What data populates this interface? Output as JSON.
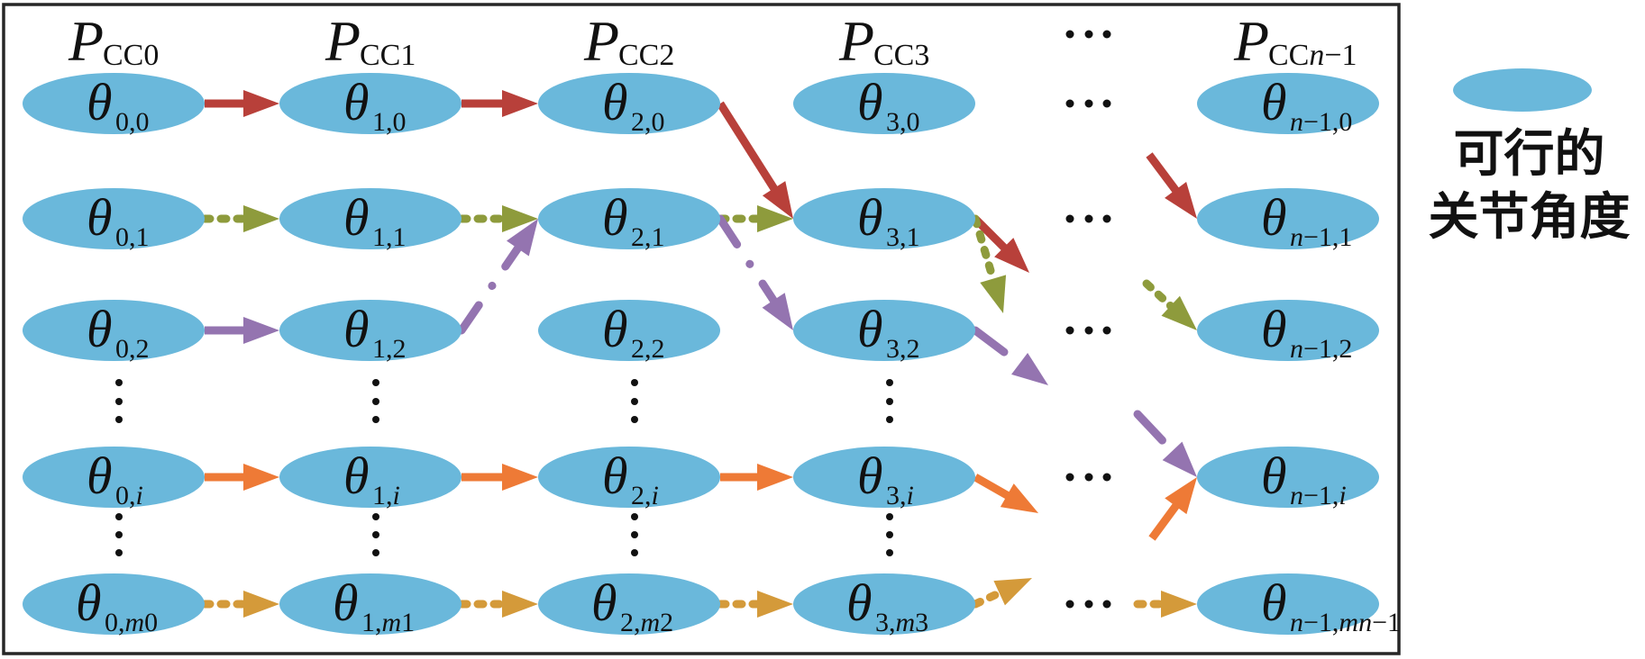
{
  "colors": {
    "node": "#6AB8DB",
    "red": "#B8403A",
    "green": "#8E9B3C",
    "purple": "#9474B0",
    "orange": "#EE7A36",
    "gold": "#D49A3A",
    "frame": "#262626",
    "text": "#111111"
  },
  "columns": [
    {
      "id": "c0",
      "header_main": "P",
      "header_sub": "CC0",
      "header_sub_italic": ""
    },
    {
      "id": "c1",
      "header_main": "P",
      "header_sub": "CC1",
      "header_sub_italic": ""
    },
    {
      "id": "c2",
      "header_main": "P",
      "header_sub": "CC2",
      "header_sub_italic": ""
    },
    {
      "id": "c3",
      "header_main": "P",
      "header_sub": "CC3",
      "header_sub_italic": ""
    },
    {
      "id": "cdots",
      "ellipsis": true
    },
    {
      "id": "cn",
      "header_main": "P",
      "header_sub": "CC",
      "header_sub_italic": "n",
      "header_sub_tail": "−1"
    }
  ],
  "rows": [
    "r0",
    "r1",
    "r2",
    "rvdots1",
    "ri",
    "rvdots2",
    "rm"
  ],
  "nodes": [
    {
      "col": "c0",
      "row": "r0",
      "symbol": "θ",
      "sub": [
        [
          "0,0",
          false
        ]
      ]
    },
    {
      "col": "c1",
      "row": "r0",
      "symbol": "θ",
      "sub": [
        [
          "1,0",
          false
        ]
      ]
    },
    {
      "col": "c2",
      "row": "r0",
      "symbol": "θ",
      "sub": [
        [
          "2,0",
          false
        ]
      ]
    },
    {
      "col": "c3",
      "row": "r0",
      "symbol": "θ",
      "sub": [
        [
          "3,0",
          false
        ]
      ]
    },
    {
      "col": "cn",
      "row": "r0",
      "symbol": "θ",
      "sub": [
        [
          "n",
          true
        ],
        [
          "−1,0",
          false
        ]
      ]
    },
    {
      "col": "c0",
      "row": "r1",
      "symbol": "θ",
      "sub": [
        [
          "0,1",
          false
        ]
      ]
    },
    {
      "col": "c1",
      "row": "r1",
      "symbol": "θ",
      "sub": [
        [
          "1,1",
          false
        ]
      ]
    },
    {
      "col": "c2",
      "row": "r1",
      "symbol": "θ",
      "sub": [
        [
          "2,1",
          false
        ]
      ]
    },
    {
      "col": "c3",
      "row": "r1",
      "symbol": "θ",
      "sub": [
        [
          "3,1",
          false
        ]
      ]
    },
    {
      "col": "cn",
      "row": "r1",
      "symbol": "θ",
      "sub": [
        [
          "n",
          true
        ],
        [
          "−1,1",
          false
        ]
      ]
    },
    {
      "col": "c0",
      "row": "r2",
      "symbol": "θ",
      "sub": [
        [
          "0,2",
          false
        ]
      ]
    },
    {
      "col": "c1",
      "row": "r2",
      "symbol": "θ",
      "sub": [
        [
          "1,2",
          false
        ]
      ]
    },
    {
      "col": "c2",
      "row": "r2",
      "symbol": "θ",
      "sub": [
        [
          "2,2",
          false
        ]
      ]
    },
    {
      "col": "c3",
      "row": "r2",
      "symbol": "θ",
      "sub": [
        [
          "3,2",
          false
        ]
      ]
    },
    {
      "col": "cn",
      "row": "r2",
      "symbol": "θ",
      "sub": [
        [
          "n",
          true
        ],
        [
          "−1,2",
          false
        ]
      ]
    },
    {
      "col": "c0",
      "row": "ri",
      "symbol": "θ",
      "sub": [
        [
          "0,",
          false
        ],
        [
          "i",
          true
        ]
      ]
    },
    {
      "col": "c1",
      "row": "ri",
      "symbol": "θ",
      "sub": [
        [
          "1,",
          false
        ],
        [
          "i",
          true
        ]
      ]
    },
    {
      "col": "c2",
      "row": "ri",
      "symbol": "θ",
      "sub": [
        [
          "2,",
          false
        ],
        [
          "i",
          true
        ]
      ]
    },
    {
      "col": "c3",
      "row": "ri",
      "symbol": "θ",
      "sub": [
        [
          "3,",
          false
        ],
        [
          "i",
          true
        ]
      ]
    },
    {
      "col": "cn",
      "row": "ri",
      "symbol": "θ",
      "sub": [
        [
          "n",
          true
        ],
        [
          "−1,",
          false
        ],
        [
          "i",
          true
        ]
      ]
    },
    {
      "col": "c0",
      "row": "rm",
      "symbol": "θ",
      "sub": [
        [
          "0,",
          false
        ],
        [
          "m",
          true
        ],
        [
          "0",
          false
        ]
      ]
    },
    {
      "col": "c1",
      "row": "rm",
      "symbol": "θ",
      "sub": [
        [
          "1,",
          false
        ],
        [
          "m",
          true
        ],
        [
          "1",
          false
        ]
      ]
    },
    {
      "col": "c2",
      "row": "rm",
      "symbol": "θ",
      "sub": [
        [
          "2,",
          false
        ],
        [
          "m",
          true
        ],
        [
          "2",
          false
        ]
      ]
    },
    {
      "col": "c3",
      "row": "rm",
      "symbol": "θ",
      "sub": [
        [
          "3,",
          false
        ],
        [
          "m",
          true
        ],
        [
          "3",
          false
        ]
      ]
    },
    {
      "col": "cn",
      "row": "rm",
      "symbol": "θ",
      "sub": [
        [
          "n",
          true
        ],
        [
          "−1,",
          false
        ],
        [
          "mn",
          true
        ],
        [
          "−1",
          false
        ]
      ]
    }
  ],
  "vertical_ellipses": [
    {
      "col": "c0",
      "between": [
        "r2",
        "ri"
      ]
    },
    {
      "col": "c1",
      "between": [
        "r2",
        "ri"
      ]
    },
    {
      "col": "c2",
      "between": [
        "r2",
        "ri"
      ]
    },
    {
      "col": "c3",
      "between": [
        "r2",
        "ri"
      ]
    },
    {
      "col": "c0",
      "between": [
        "ri",
        "rm"
      ]
    },
    {
      "col": "c1",
      "between": [
        "ri",
        "rm"
      ]
    },
    {
      "col": "c2",
      "between": [
        "ri",
        "rm"
      ]
    },
    {
      "col": "c3",
      "between": [
        "ri",
        "rm"
      ]
    }
  ],
  "horizontal_ellipses_rows": [
    "header",
    "r0",
    "r1",
    "r2",
    "ri",
    "rm"
  ],
  "edges": [
    {
      "path": "red",
      "style": "solid",
      "from": [
        "c0",
        "r0"
      ],
      "to": [
        "c1",
        "r0"
      ]
    },
    {
      "path": "red",
      "style": "solid",
      "from": [
        "c1",
        "r0"
      ],
      "to": [
        "c2",
        "r0"
      ]
    },
    {
      "path": "red",
      "style": "solid",
      "from": [
        "c2",
        "r0"
      ],
      "to": [
        "c3",
        "r1"
      ]
    },
    {
      "path": "red",
      "style": "solid",
      "from": [
        "c3",
        "r1"
      ],
      "to": "cdots",
      "dir": "down"
    },
    {
      "path": "red",
      "style": "solid",
      "from": "cdots",
      "to": [
        "cn",
        "r1"
      ],
      "dir": "from-up"
    },
    {
      "path": "green",
      "style": "dotted",
      "from": [
        "c0",
        "r1"
      ],
      "to": [
        "c1",
        "r1"
      ]
    },
    {
      "path": "green",
      "style": "dotted",
      "from": [
        "c1",
        "r1"
      ],
      "to": [
        "c2",
        "r1"
      ]
    },
    {
      "path": "green",
      "style": "dotted",
      "from": [
        "c2",
        "r1"
      ],
      "to": [
        "c3",
        "r1"
      ]
    },
    {
      "path": "green",
      "style": "dotted",
      "from": [
        "c3",
        "r1"
      ],
      "to": "cdots",
      "dir": "down-steep"
    },
    {
      "path": "green",
      "style": "dotted",
      "from": "cdots",
      "to": [
        "cn",
        "r2"
      ],
      "dir": "from-up"
    },
    {
      "path": "purple",
      "style": "solid",
      "from": [
        "c0",
        "r2"
      ],
      "to": [
        "c1",
        "r2"
      ]
    },
    {
      "path": "purple",
      "style": "dashdot",
      "from": [
        "c1",
        "r2"
      ],
      "to": [
        "c2",
        "r1"
      ]
    },
    {
      "path": "purple",
      "style": "dashdot",
      "from": [
        "c2",
        "r1"
      ],
      "to": [
        "c3",
        "r2"
      ]
    },
    {
      "path": "purple",
      "style": "dashed",
      "from": [
        "c3",
        "r2"
      ],
      "to": "cdots",
      "dir": "down"
    },
    {
      "path": "purple",
      "style": "dashed",
      "from": "cdots",
      "to": [
        "cn",
        "ri"
      ],
      "dir": "from-up"
    },
    {
      "path": "orange",
      "style": "solid",
      "from": [
        "c0",
        "ri"
      ],
      "to": [
        "c1",
        "ri"
      ]
    },
    {
      "path": "orange",
      "style": "solid",
      "from": [
        "c1",
        "ri"
      ],
      "to": [
        "c2",
        "ri"
      ]
    },
    {
      "path": "orange",
      "style": "solid",
      "from": [
        "c2",
        "ri"
      ],
      "to": [
        "c3",
        "ri"
      ]
    },
    {
      "path": "orange",
      "style": "solid",
      "from": [
        "c3",
        "ri"
      ],
      "to": "cdots",
      "dir": "down"
    },
    {
      "path": "orange",
      "style": "solid",
      "from": "cdots",
      "to": [
        "cn",
        "ri"
      ],
      "dir": "from-down"
    },
    {
      "path": "gold",
      "style": "dotted",
      "from": [
        "c0",
        "rm"
      ],
      "to": [
        "c1",
        "rm"
      ]
    },
    {
      "path": "gold",
      "style": "dotted",
      "from": [
        "c1",
        "rm"
      ],
      "to": [
        "c2",
        "rm"
      ]
    },
    {
      "path": "gold",
      "style": "dotted",
      "from": [
        "c2",
        "rm"
      ],
      "to": [
        "c3",
        "rm"
      ]
    },
    {
      "path": "gold",
      "style": "dotted",
      "from": [
        "c3",
        "rm"
      ],
      "to": "cdots",
      "dir": "up"
    },
    {
      "path": "gold",
      "style": "dotted",
      "from": "cdots",
      "to": [
        "cn",
        "rm"
      ],
      "dir": "level"
    }
  ],
  "legend": {
    "symbol": "ellipse",
    "line1": "可行的",
    "line2": "关节角度"
  }
}
